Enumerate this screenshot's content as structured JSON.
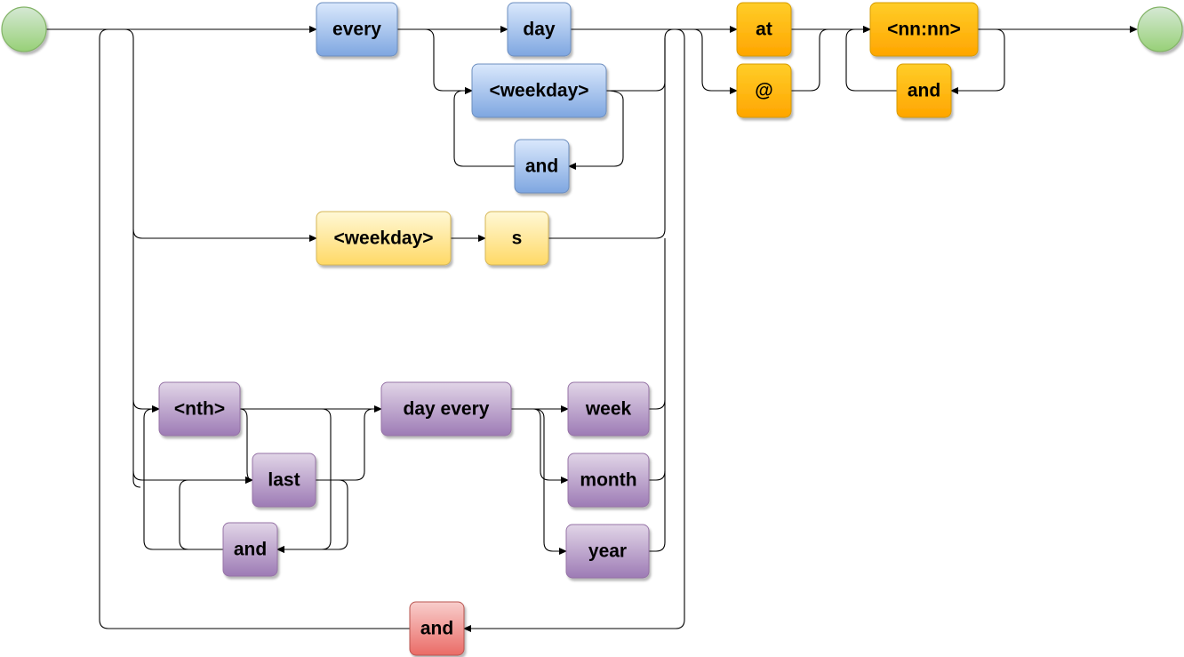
{
  "diagram": {
    "start": "start-terminal",
    "end": "end-terminal",
    "nodes": [
      {
        "id": "every",
        "label": "every",
        "group": "every"
      },
      {
        "id": "day",
        "label": "day",
        "group": "every"
      },
      {
        "id": "weekday1",
        "label": "<weekday>",
        "group": "every"
      },
      {
        "id": "and1",
        "label": "and",
        "group": "every"
      },
      {
        "id": "weekday2",
        "label": "<weekday>",
        "group": "weekday"
      },
      {
        "id": "s",
        "label": "s",
        "group": "weekday"
      },
      {
        "id": "nth",
        "label": "<nth>",
        "group": "nth"
      },
      {
        "id": "last",
        "label": "last",
        "group": "nth"
      },
      {
        "id": "and2",
        "label": "and",
        "group": "nth"
      },
      {
        "id": "dayevery",
        "label": "day every",
        "group": "nth"
      },
      {
        "id": "week",
        "label": "week",
        "group": "nth"
      },
      {
        "id": "month",
        "label": "month",
        "group": "nth"
      },
      {
        "id": "year",
        "label": "year",
        "group": "nth"
      },
      {
        "id": "andloop",
        "label": "and",
        "group": "join"
      },
      {
        "id": "at",
        "label": "at",
        "group": "time"
      },
      {
        "id": "atsign",
        "label": "@",
        "group": "time"
      },
      {
        "id": "nnnn",
        "label": "<nn:nn>",
        "group": "time"
      },
      {
        "id": "and3",
        "label": "and",
        "group": "time"
      }
    ],
    "edges": [
      {
        "from": "start-terminal",
        "to": "every"
      },
      {
        "from": "start-terminal",
        "to": "weekday2"
      },
      {
        "from": "start-terminal",
        "to": "nth"
      },
      {
        "from": "start-terminal",
        "to": "last"
      },
      {
        "from": "every",
        "to": "day"
      },
      {
        "from": "every",
        "to": "weekday1"
      },
      {
        "from": "weekday1",
        "to": "and1"
      },
      {
        "from": "and1",
        "to": "weekday1"
      },
      {
        "from": "weekday2",
        "to": "s"
      },
      {
        "from": "nth",
        "to": "dayevery"
      },
      {
        "from": "nth",
        "to": "last"
      },
      {
        "from": "nth",
        "to": "and2"
      },
      {
        "from": "last",
        "to": "dayevery"
      },
      {
        "from": "last",
        "to": "and2"
      },
      {
        "from": "and2",
        "to": "nth"
      },
      {
        "from": "and2",
        "to": "last"
      },
      {
        "from": "dayevery",
        "to": "week"
      },
      {
        "from": "dayevery",
        "to": "month"
      },
      {
        "from": "dayevery",
        "to": "year"
      },
      {
        "from": "day",
        "to": "at"
      },
      {
        "from": "weekday1",
        "to": "at"
      },
      {
        "from": "s",
        "to": "at"
      },
      {
        "from": "week",
        "to": "at"
      },
      {
        "from": "month",
        "to": "at"
      },
      {
        "from": "year",
        "to": "at"
      },
      {
        "from": "day",
        "to": "atsign"
      },
      {
        "from": "day",
        "to": "andloop"
      },
      {
        "from": "andloop",
        "to": "every"
      },
      {
        "from": "andloop",
        "to": "weekday2"
      },
      {
        "from": "andloop",
        "to": "nth"
      },
      {
        "from": "at",
        "to": "nnnn"
      },
      {
        "from": "atsign",
        "to": "nnnn"
      },
      {
        "from": "nnnn",
        "to": "and3"
      },
      {
        "from": "and3",
        "to": "nnnn"
      },
      {
        "from": "nnnn",
        "to": "end-terminal"
      }
    ]
  },
  "colors": {
    "blue_fill": "#a8c8f0",
    "blue_stroke": "#6c8ebf",
    "yellow_fill": "#ffe9a3",
    "yellow_stroke": "#d6b656",
    "purple_fill": "#b9a3cc",
    "purple_stroke": "#9673a6",
    "red_fill": "#f08080",
    "red_stroke": "#b85450",
    "orange_fill": "#ffb020",
    "orange_stroke": "#d79b00",
    "green_fill": "#a8e09a",
    "green_stroke": "#82b366",
    "line": "#000000"
  }
}
